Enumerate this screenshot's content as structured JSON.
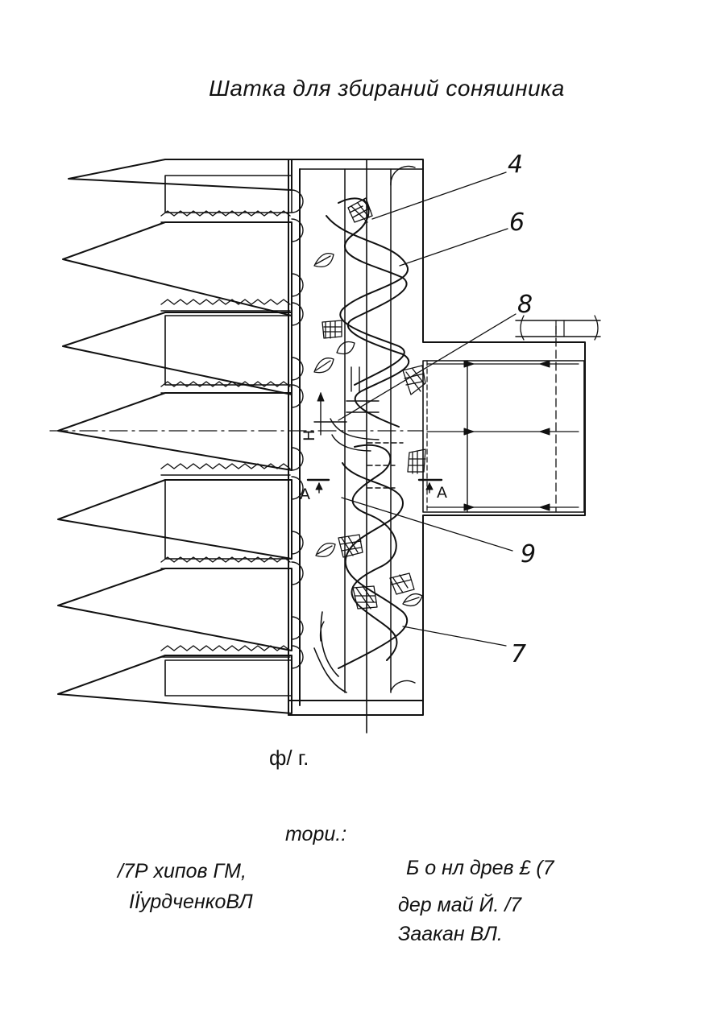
{
  "document": {
    "title": "Шатка для збираний соняшника",
    "figure_caption": "ф/ г.",
    "authors_heading": "тори.:",
    "authors": [
      "/7Р хипов ГМ,",
      "ІЇурдченкоВЛ",
      "Б о нл древ £ (7",
      "дер май Й. /7",
      "Заакан ВЛ."
    ]
  },
  "drawing": {
    "callouts": [
      "4",
      "6",
      "8",
      "9",
      "7"
    ],
    "section_marks": [
      "А",
      "А"
    ],
    "dimension_label": "Н"
  }
}
